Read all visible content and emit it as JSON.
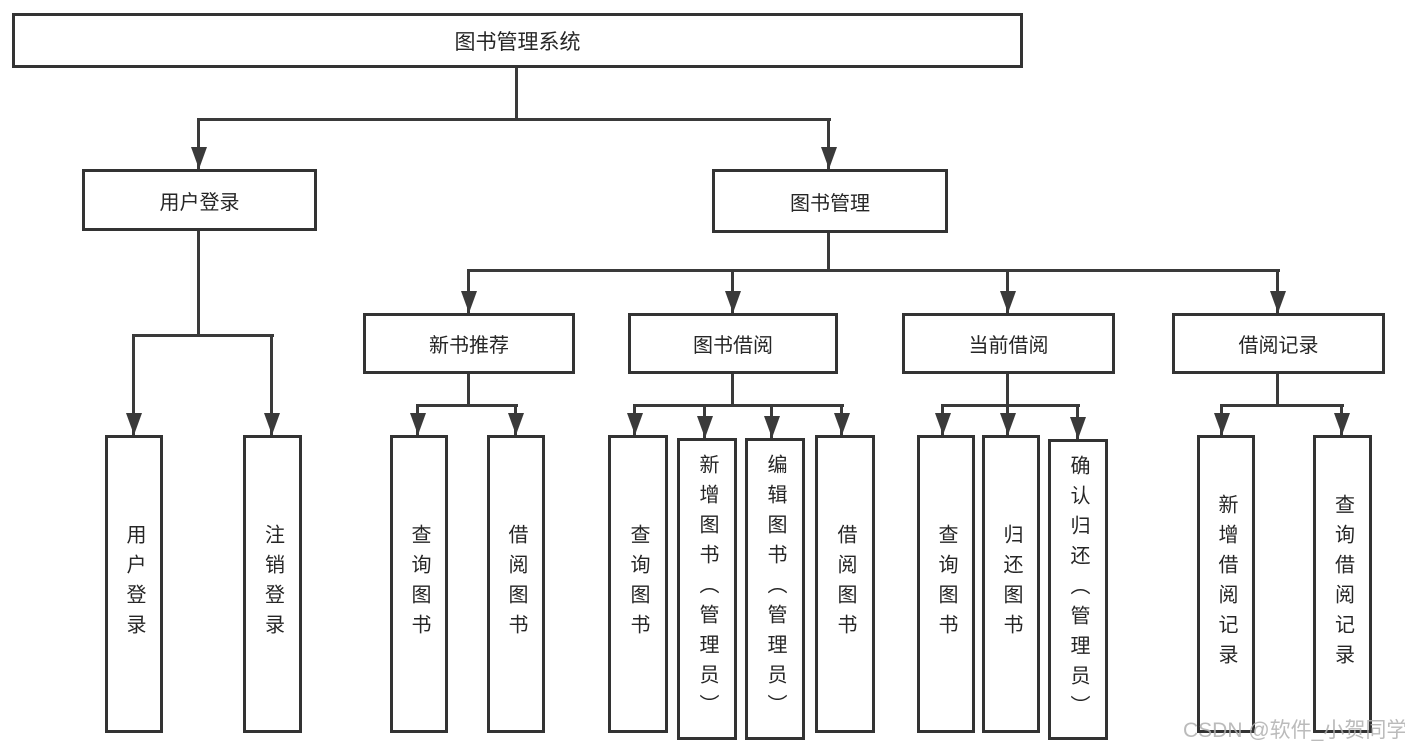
{
  "diagram": {
    "title": "图书管理系统",
    "children": [
      {
        "label": "用户登录",
        "children": [
          {
            "label": "用户登录"
          },
          {
            "label": "注销登录"
          }
        ]
      },
      {
        "label": "图书管理",
        "children": [
          {
            "label": "新书推荐",
            "children": [
              {
                "label": "查询图书"
              },
              {
                "label": "借阅图书"
              }
            ]
          },
          {
            "label": "图书借阅",
            "children": [
              {
                "label": "查询图书"
              },
              {
                "label": "新增图书（管理员）"
              },
              {
                "label": "编辑图书（管理员）"
              },
              {
                "label": "借阅图书"
              }
            ]
          },
          {
            "label": "当前借阅",
            "children": [
              {
                "label": "查询图书"
              },
              {
                "label": "归还图书"
              },
              {
                "label": "确认归还（管理员）"
              }
            ]
          },
          {
            "label": "借阅记录",
            "children": [
              {
                "label": "新增借阅记录"
              },
              {
                "label": "查询借阅记录"
              }
            ]
          }
        ]
      }
    ]
  },
  "watermark": {
    "text": "CSDN @软件_小贺同学"
  },
  "colors": {
    "line": "#3a3a3a",
    "box_border": "#333333",
    "text": "#262626",
    "background": "#ffffff",
    "watermark": "#afafaf"
  }
}
